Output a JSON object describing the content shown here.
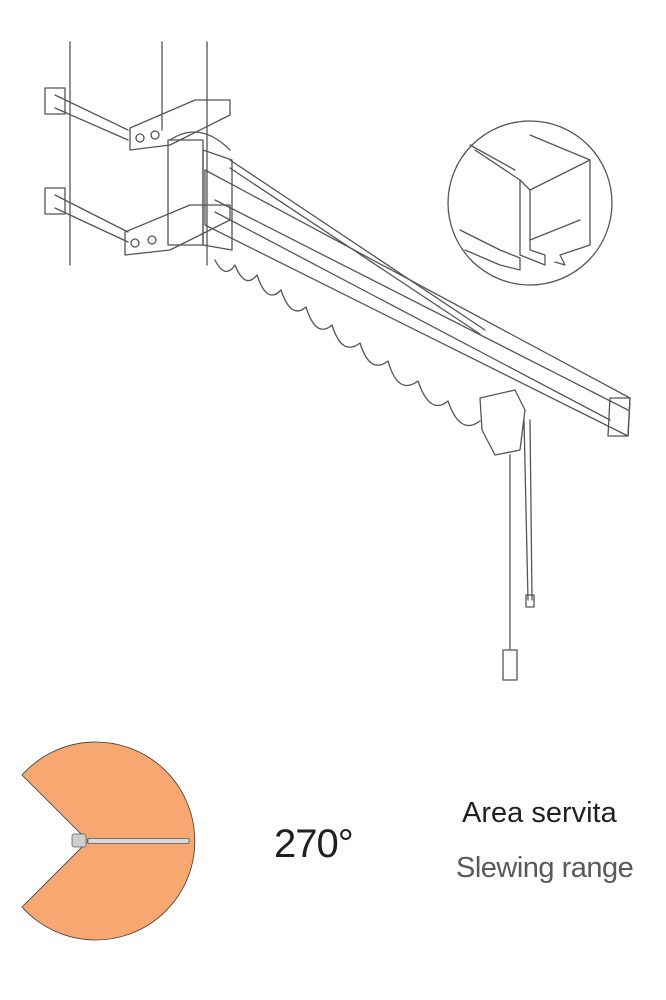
{
  "diagram": {
    "slewing_angle": "270°",
    "slewing_degrees": 270,
    "label_it": "Area servita",
    "label_en": "Slewing range"
  },
  "colors": {
    "sector_fill": "#f7a770",
    "sector_stroke": "#3a3a3a",
    "line_art": "#555555",
    "text_primary": "#231f20",
    "text_secondary": "#58595b"
  }
}
